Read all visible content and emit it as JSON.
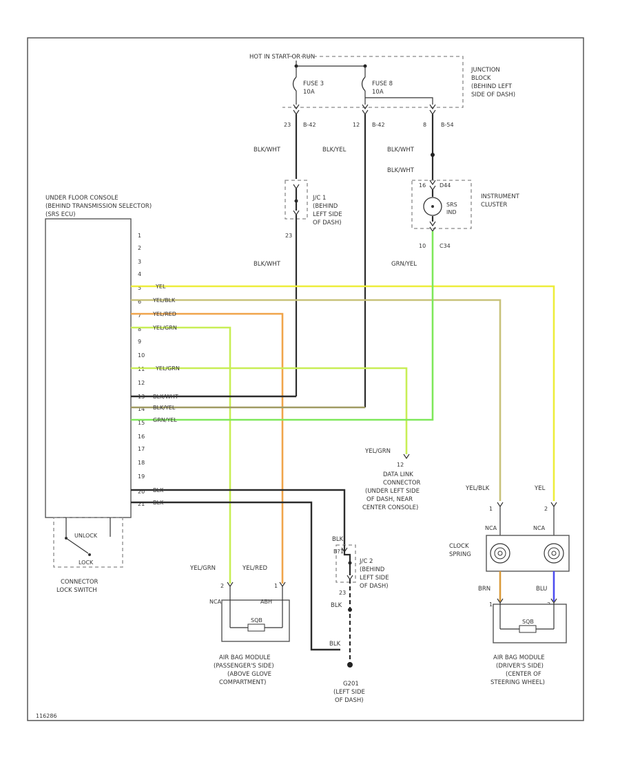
{
  "diagram": {
    "power_label": "HOT IN START OR RUN",
    "junction_block": [
      "JUNCTION",
      "BLOCK",
      "(BEHIND LEFT",
      "SIDE OF DASH)"
    ],
    "fuse3": [
      "FUSE 3",
      "10A"
    ],
    "fuse8": [
      "FUSE 8",
      "10A"
    ],
    "conn_b42a": "B-42",
    "conn_b42a_pin": "23",
    "conn_b42b": "B-42",
    "conn_b42b_pin": "12",
    "conn_b54": "B-54",
    "conn_b54_pin": "8",
    "wire_blkwht_1": "BLK/WHT",
    "wire_blkyel_1": "BLK/YEL",
    "wire_blkwht_2": "BLK/WHT",
    "wire_blkwht_3": "BLK/WHT",
    "jc1": [
      "J/C 1",
      "(BEHIND",
      "LEFT SIDE",
      "OF DASH)"
    ],
    "jc1_pin": "23",
    "wire_blkwht_4": "BLK/WHT",
    "instrument_cluster": [
      "INSTRUMENT",
      "CLUSTER"
    ],
    "cluster_pin_top": "16",
    "cluster_conn_top": "D44",
    "srs_lamp": [
      "SRS",
      "IND"
    ],
    "cluster_pin_bottom": "10",
    "cluster_conn_bottom": "C34",
    "wire_grnyel": "GRN/YEL",
    "console_label": [
      "UNDER FLOOR CONSOLE",
      "(BEHIND TRANSMISSION SELECTOR)",
      "(SRS ECU)"
    ],
    "ecu_pins": [
      "1",
      "2",
      "3",
      "4",
      "5",
      "6",
      "7",
      "8",
      "9",
      "10",
      "11",
      "12",
      "13",
      "14",
      "15",
      "16",
      "17",
      "18",
      "19",
      "20",
      "21"
    ],
    "ecu_wires": {
      "p5": "YEL",
      "p6": "YEL/BLK",
      "p7": "YEL/RED",
      "p8": "YEL/GRN",
      "p11": "YEL/GRN",
      "p13": "BLK/WHT",
      "p14": "BLK/YEL",
      "p15": "GRN/YEL",
      "p20": "BLK",
      "p21": "BLK"
    },
    "dlc_wire": "YEL/GRN",
    "dlc_pin": "12",
    "dlc": [
      "DATA LINK",
      "CONNECTOR",
      "(UNDER LEFT SIDE",
      "OF DASH, NEAR",
      "CENTER CONSOLE)"
    ],
    "connector_lock": [
      "UNLOCK",
      "LOCK"
    ],
    "connector_lock_label": [
      "CONNECTOR",
      "LOCK SWITCH"
    ],
    "pass_wire_left": "YEL/GRN",
    "pass_wire_right": "YEL/RED",
    "pass_pin_left": "2",
    "pass_pin_right": "1",
    "pass_pin_tags": [
      "NCA",
      "ABH"
    ],
    "pass_module": [
      "AIR BAG MODULE",
      "(PASSENGER'S SIDE)",
      "(ABOVE GLOVE",
      "COMPARTMENT)"
    ],
    "jc2_wire_top": "BLK",
    "jc2_pin_top": "B?1",
    "jc2": [
      "J/C 2",
      "(BEHIND",
      "LEFT SIDE",
      "OF DASH)"
    ],
    "jc2_pin_bottom": "23",
    "jc2_wire_bottom": "BLK",
    "ground_wire": "BLK",
    "ground": [
      "G201",
      "(LEFT SIDE",
      "OF DASH)"
    ],
    "drv_wire_left": "YEL/BLK",
    "drv_wire_right": "YEL",
    "drv_pin_left": "1",
    "drv_pin_right": "2",
    "drv_tags": [
      "NCA",
      "NCA"
    ],
    "clock_spring": [
      "CLOCK",
      "SPRING"
    ],
    "drv_wire_bot_left": "BRN",
    "drv_wire_bot_right": "BLU",
    "drv_pin_bot": [
      "1",
      "2"
    ],
    "drv_module": [
      "AIR BAG MODULE",
      "(DRIVER'S SIDE)",
      "(CENTER OF",
      "STEERING WHEEL)"
    ],
    "squib": "SQB",
    "code": "116286"
  },
  "colors": {
    "yel": "#eded3a",
    "yelblk": "#c8c27a",
    "yelred": "#f0a44a",
    "yelgrn": "#c8ee55",
    "blkyel": "#a09a62",
    "grnyel": "#7ee85a",
    "brn": "#d99a3a",
    "blu": "#4d4df0",
    "blk": "#2b2b2b"
  }
}
